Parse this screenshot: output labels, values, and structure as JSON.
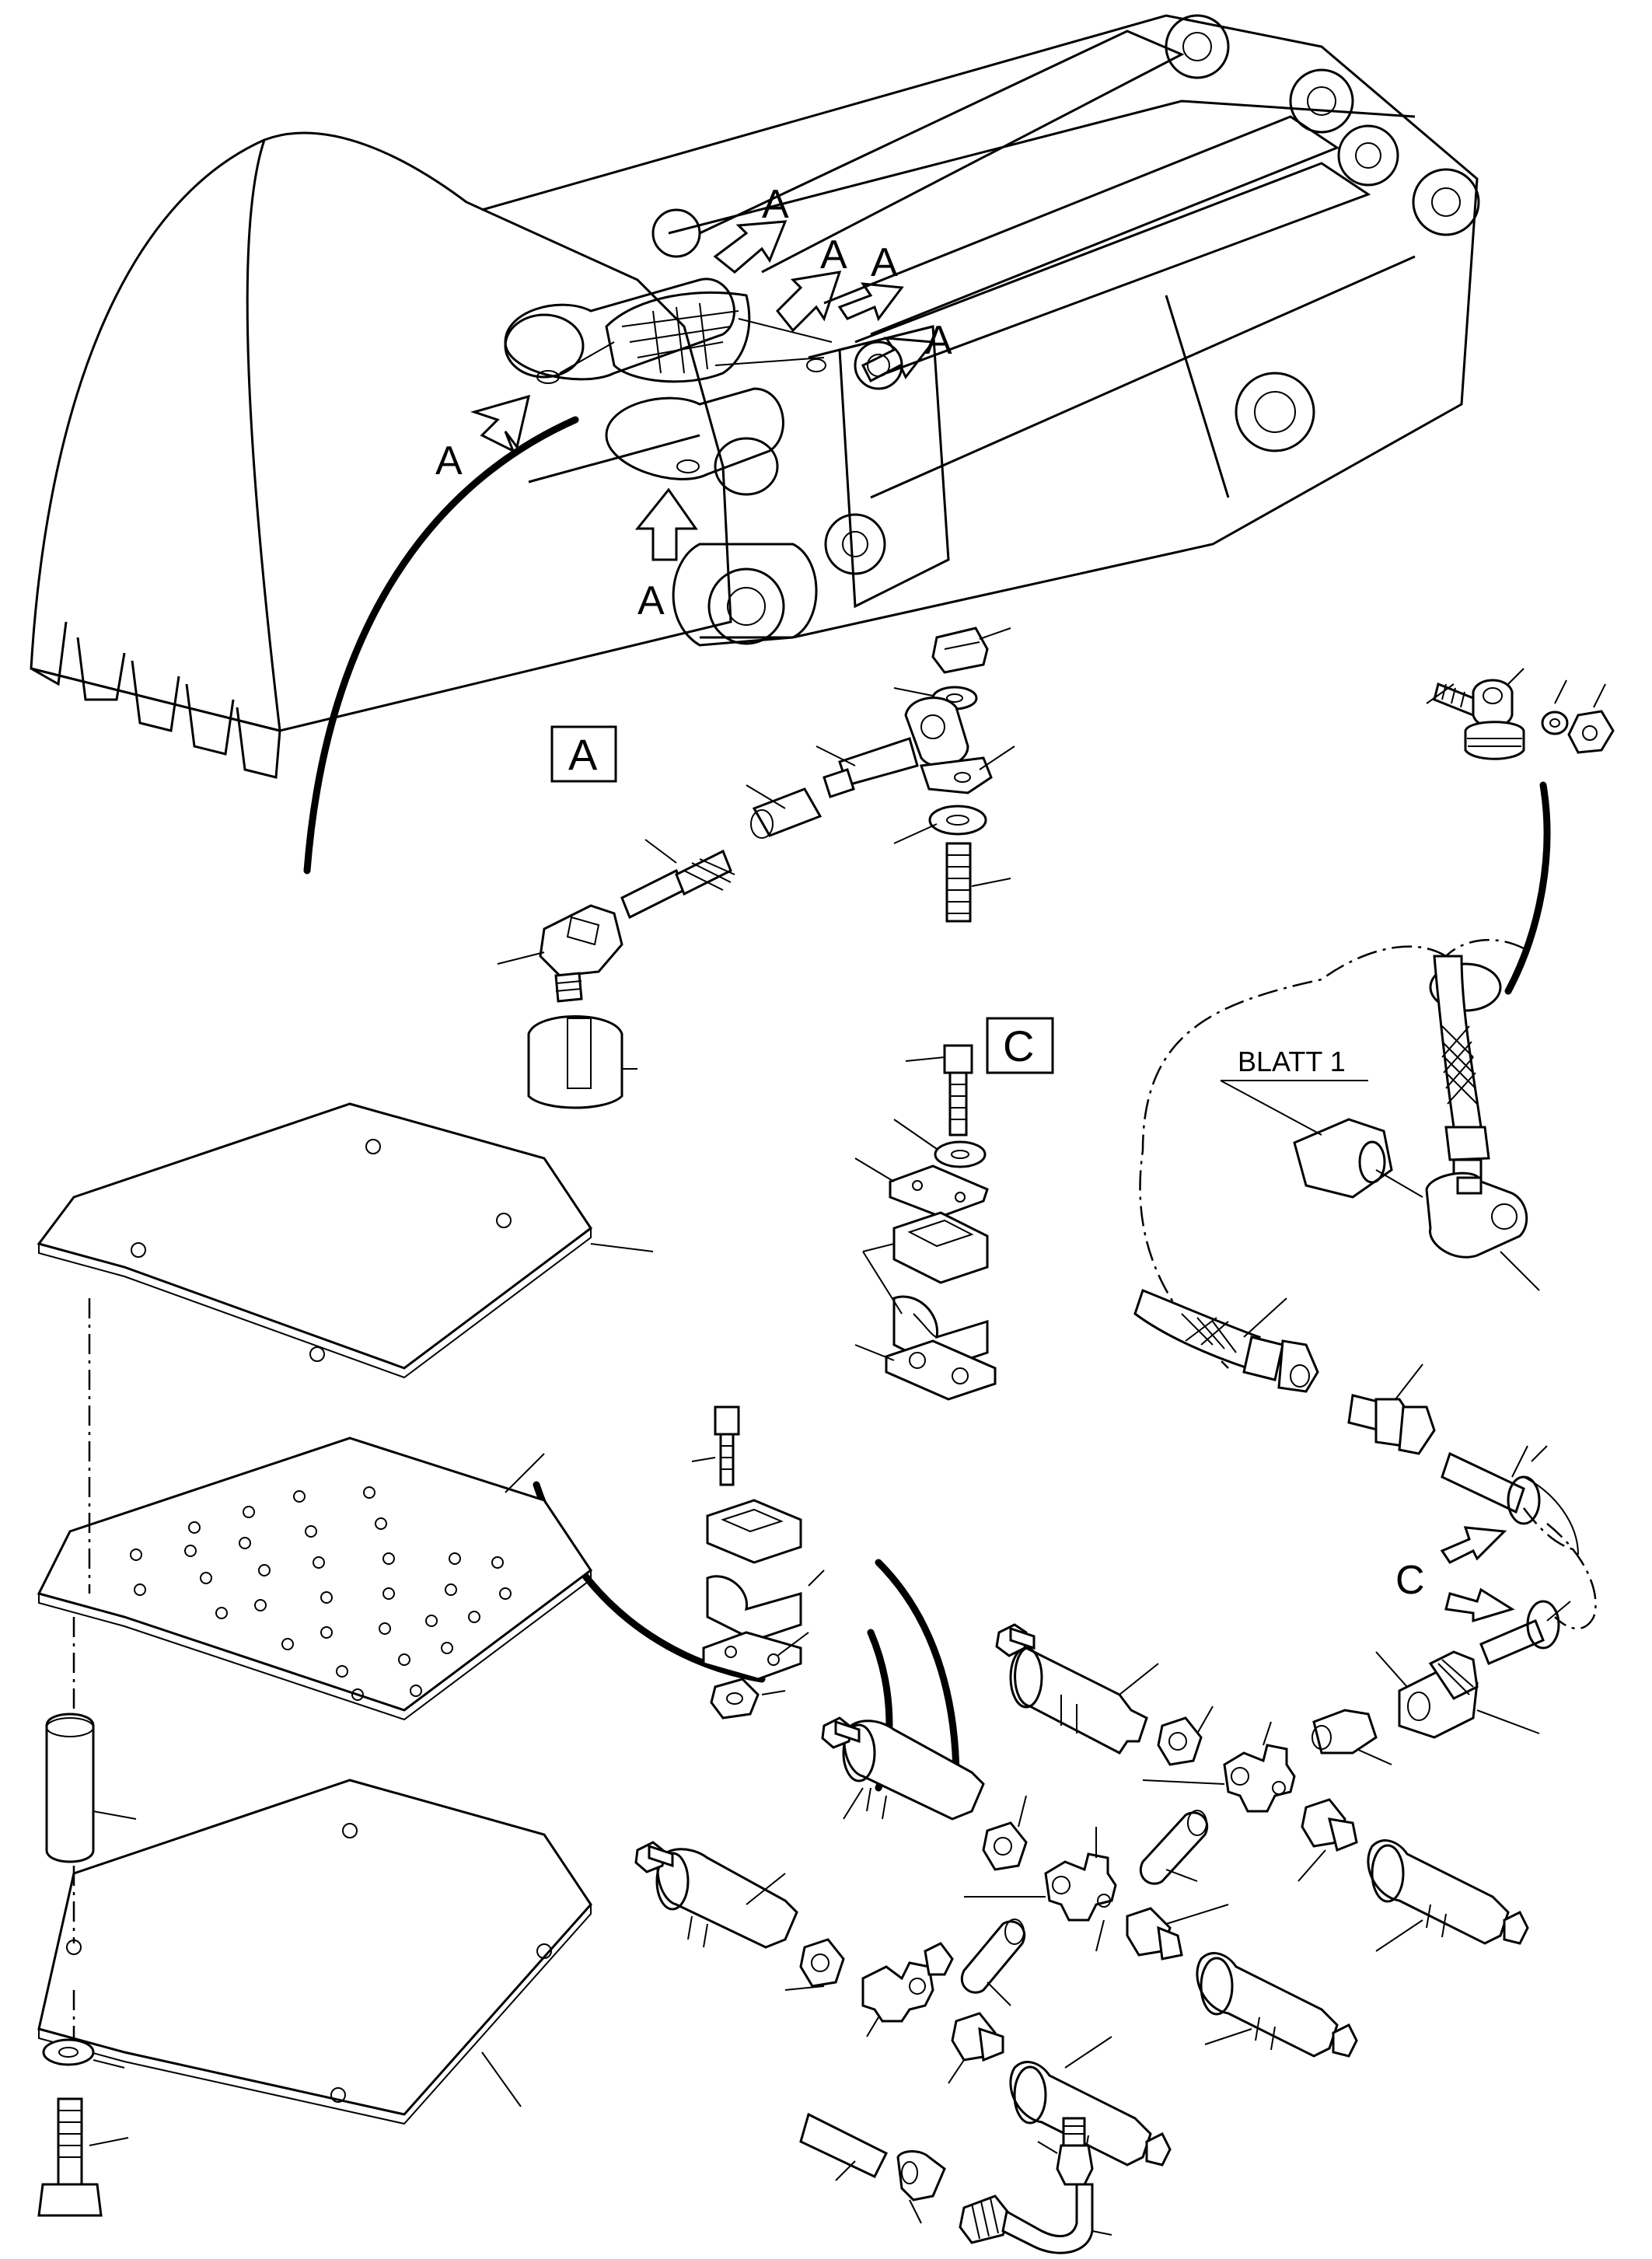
{
  "detail_markers": {
    "a_view": "A",
    "c_view": "C"
  },
  "callouts": {
    "a": "A",
    "c": "C"
  },
  "note": {
    "sheet_reference": "BLATT 1"
  }
}
